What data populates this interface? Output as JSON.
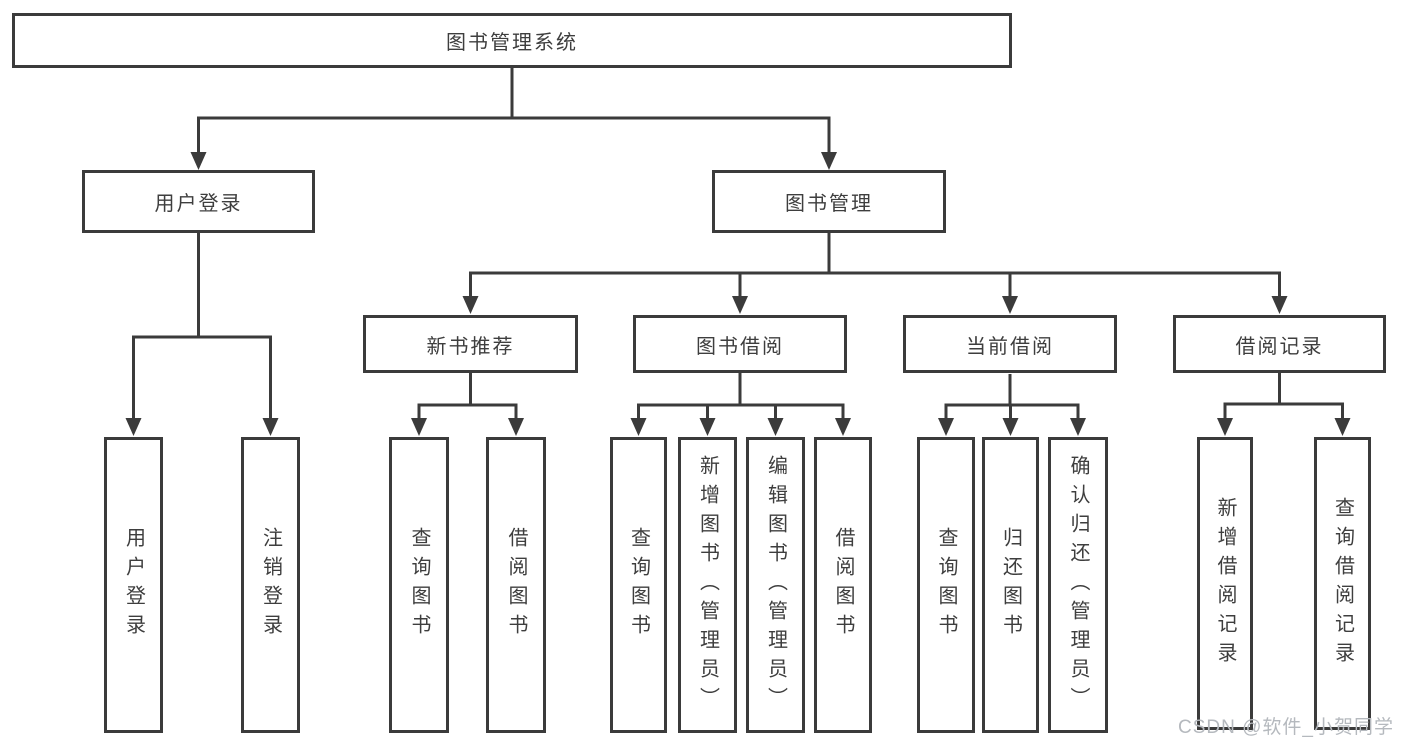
{
  "tree": {
    "root": "图书管理系统",
    "branches": [
      {
        "label": "用户登录",
        "children": [
          {
            "label": "用户登录"
          },
          {
            "label": "注销登录"
          }
        ]
      },
      {
        "label": "图书管理",
        "children": [
          {
            "label": "新书推荐",
            "children": [
              {
                "label": "查询图书"
              },
              {
                "label": "借阅图书"
              }
            ]
          },
          {
            "label": "图书借阅",
            "children": [
              {
                "label": "查询图书"
              },
              {
                "label": "新增图书（管理员）"
              },
              {
                "label": "编辑图书（管理员）"
              },
              {
                "label": "借阅图书"
              }
            ]
          },
          {
            "label": "当前借阅",
            "children": [
              {
                "label": "查询图书"
              },
              {
                "label": "归还图书"
              },
              {
                "label": "确认归还（管理员）"
              }
            ]
          },
          {
            "label": "借阅记录",
            "children": [
              {
                "label": "新增借阅记录"
              },
              {
                "label": "查询借阅记录"
              }
            ]
          }
        ]
      }
    ]
  },
  "watermark": "CSDN @软件_小贺同学",
  "colors": {
    "line": "#3b3b3b",
    "text": "#3e3e3e",
    "watermark": "#b5b9be",
    "background": "#ffffff"
  }
}
